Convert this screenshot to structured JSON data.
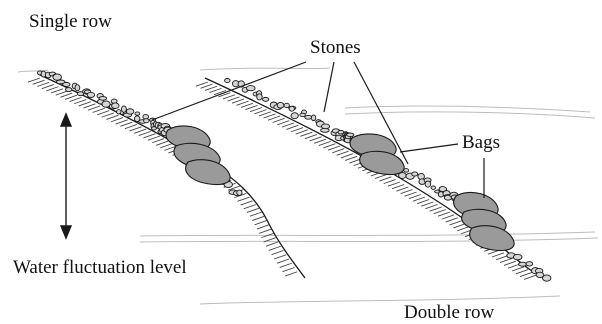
{
  "labels": {
    "single_row": "Single row",
    "stones": "Stones",
    "bags": "Bags",
    "water_level": "Water fluctuation level",
    "double_row": "Double row"
  },
  "colors": {
    "ink": "#1a1a1a",
    "hatch": "#444444",
    "bag_fill": "#9a9a9a",
    "stone_fill": "#d6d6d6"
  }
}
